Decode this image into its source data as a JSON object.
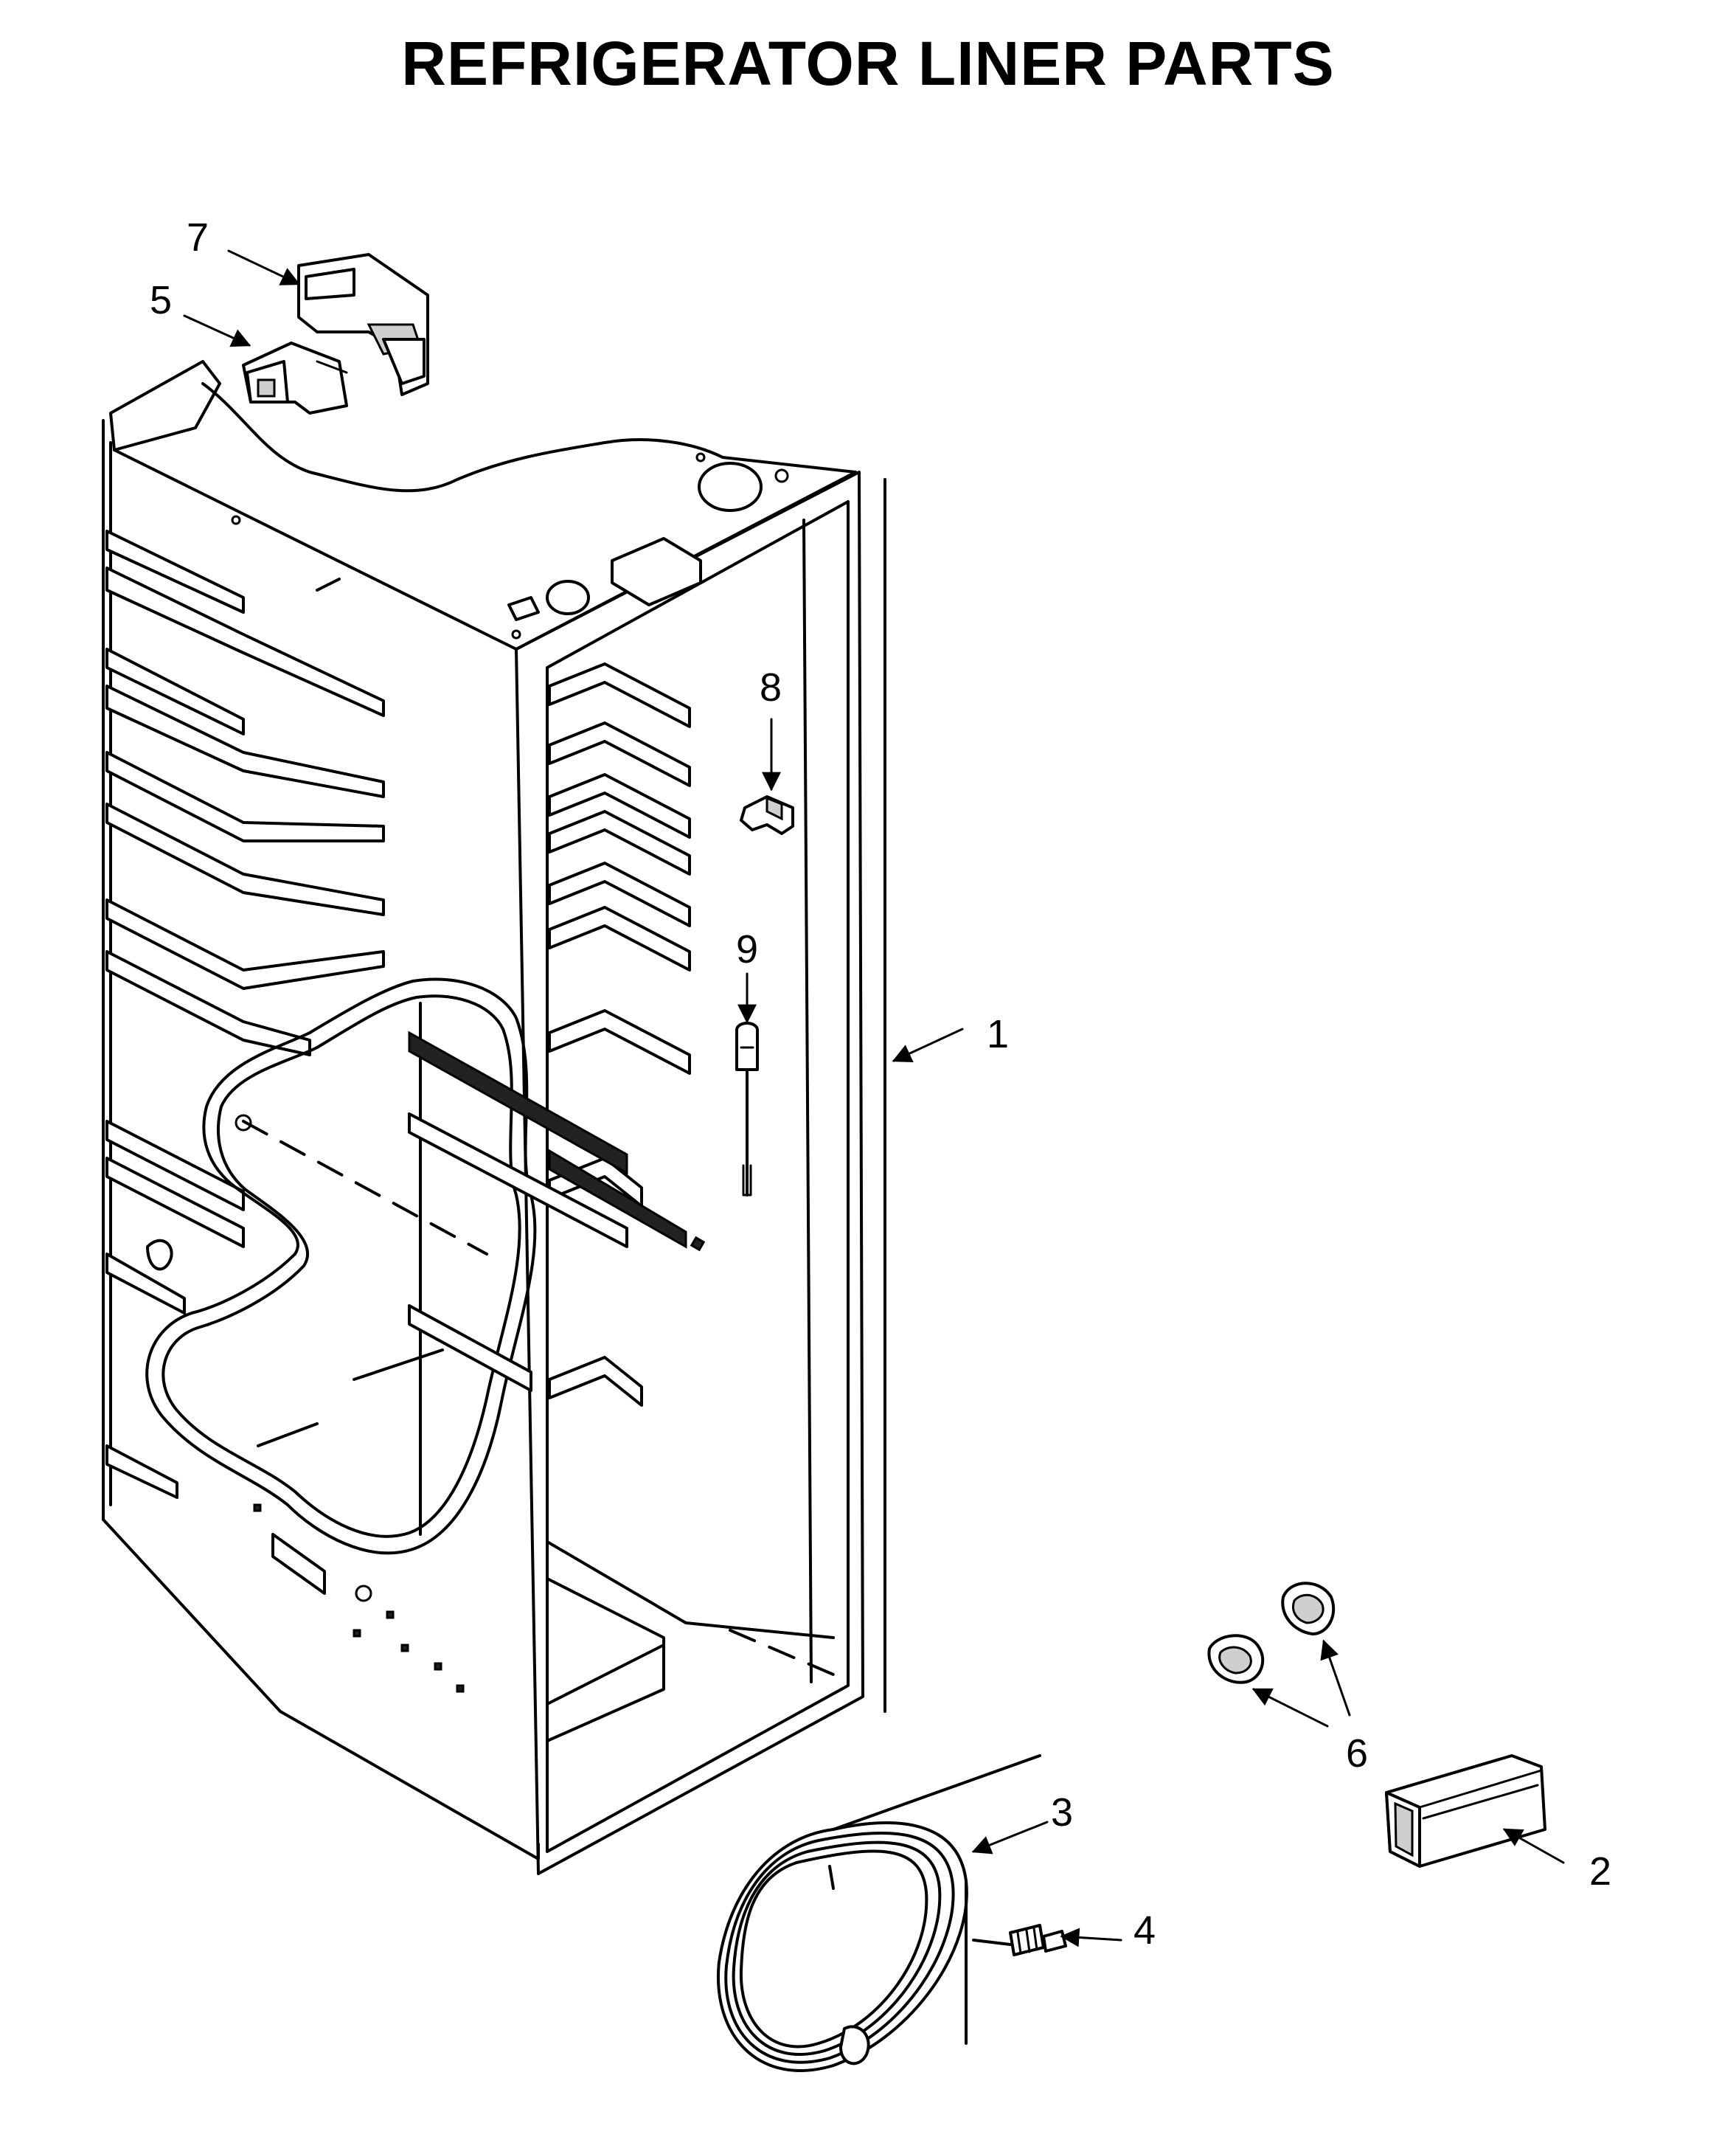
{
  "title": "REFRIGERATOR LINER PARTS",
  "callouts": [
    {
      "id": "1",
      "label": "1"
    },
    {
      "id": "2",
      "label": "2"
    },
    {
      "id": "3",
      "label": "3"
    },
    {
      "id": "4",
      "label": "4"
    },
    {
      "id": "5",
      "label": "5"
    },
    {
      "id": "6",
      "label": "6"
    },
    {
      "id": "7",
      "label": "7"
    },
    {
      "id": "8",
      "label": "8"
    },
    {
      "id": "9",
      "label": "9"
    }
  ]
}
